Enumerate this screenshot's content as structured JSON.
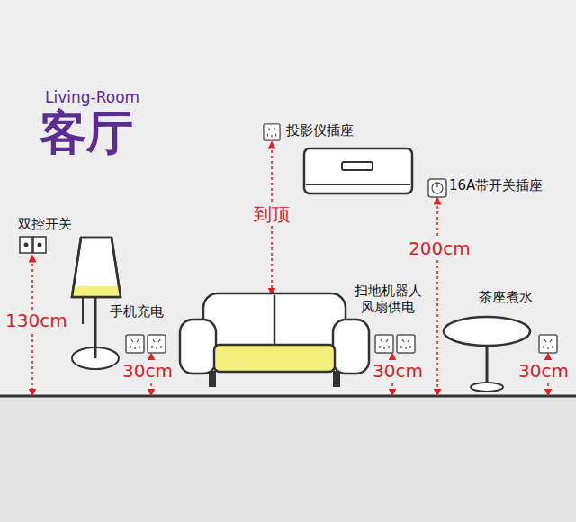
{
  "diagram": {
    "title": "客厅",
    "labels": [
      "Living-Room",
      "双控开关",
      "130cm",
      "手机充电",
      "30cm",
      "投影仪插座",
      "到顶",
      "16A带开关插座",
      "200cm",
      "扫地机器人 风扇供电",
      "30cm",
      "茶座煮水",
      "30cm"
    ]
  }
}
